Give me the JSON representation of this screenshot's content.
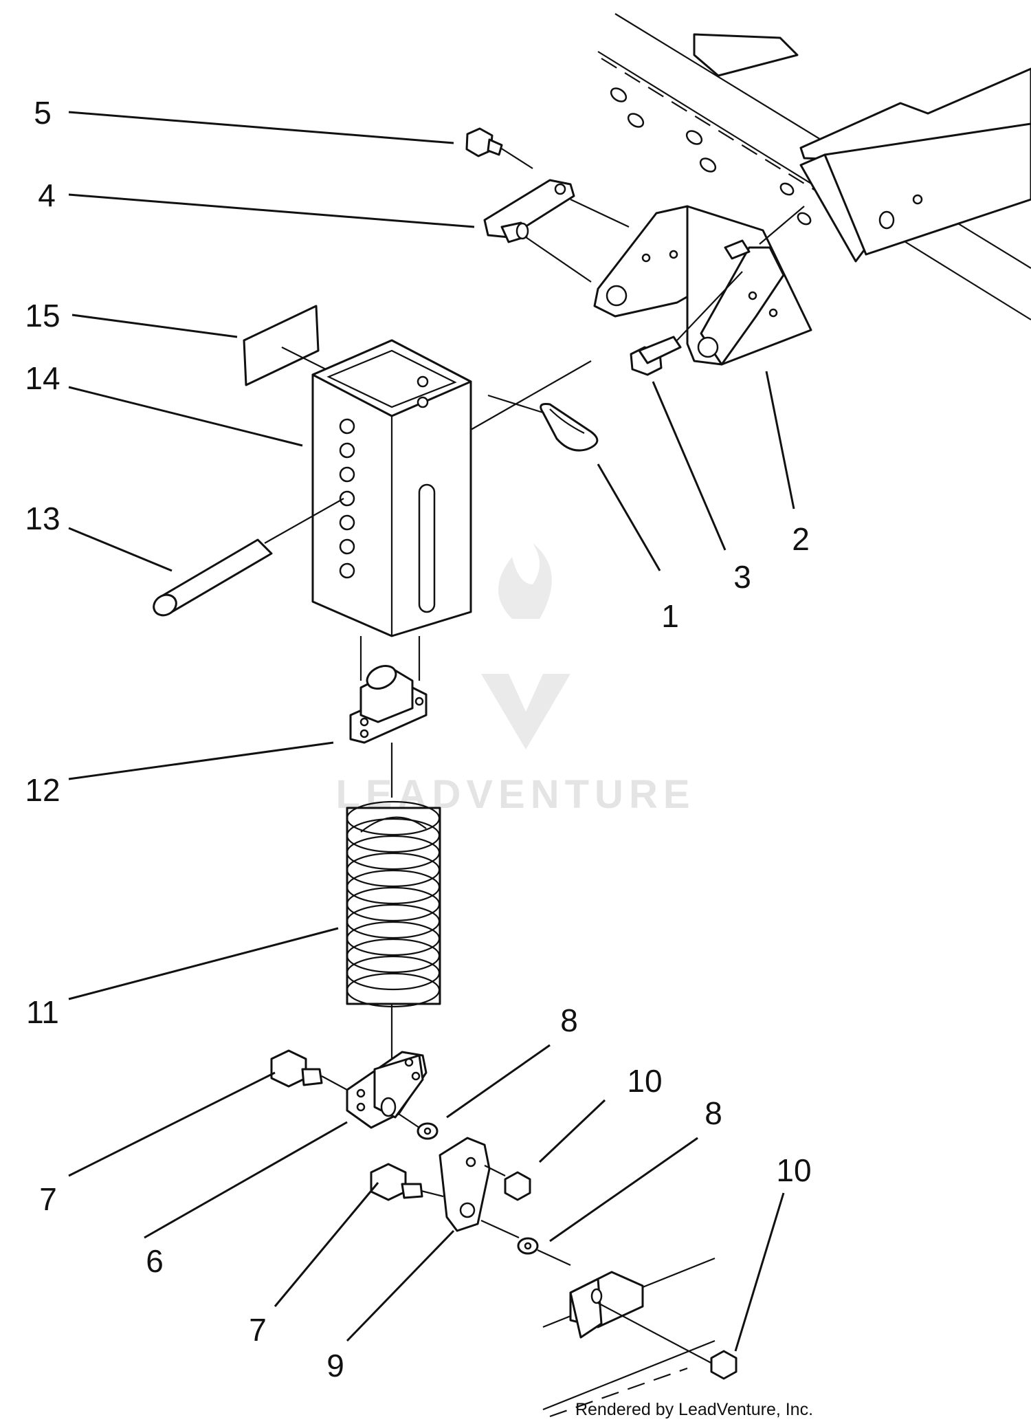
{
  "callouts": [
    {
      "id": "1",
      "label": "1"
    },
    {
      "id": "2",
      "label": "2"
    },
    {
      "id": "3",
      "label": "3"
    },
    {
      "id": "4",
      "label": "4"
    },
    {
      "id": "5",
      "label": "5"
    },
    {
      "id": "6",
      "label": "6"
    },
    {
      "id": "7a",
      "label": "7"
    },
    {
      "id": "7b",
      "label": "7"
    },
    {
      "id": "8a",
      "label": "8"
    },
    {
      "id": "8b",
      "label": "8"
    },
    {
      "id": "9",
      "label": "9"
    },
    {
      "id": "10a",
      "label": "10"
    },
    {
      "id": "10b",
      "label": "10"
    },
    {
      "id": "11",
      "label": "11"
    },
    {
      "id": "12",
      "label": "12"
    },
    {
      "id": "13",
      "label": "13"
    },
    {
      "id": "14",
      "label": "14"
    },
    {
      "id": "15",
      "label": "15"
    }
  ],
  "watermark": {
    "text": "LEADVENTURE"
  },
  "credit": {
    "text": "Rendered by LeadVenture, Inc."
  }
}
